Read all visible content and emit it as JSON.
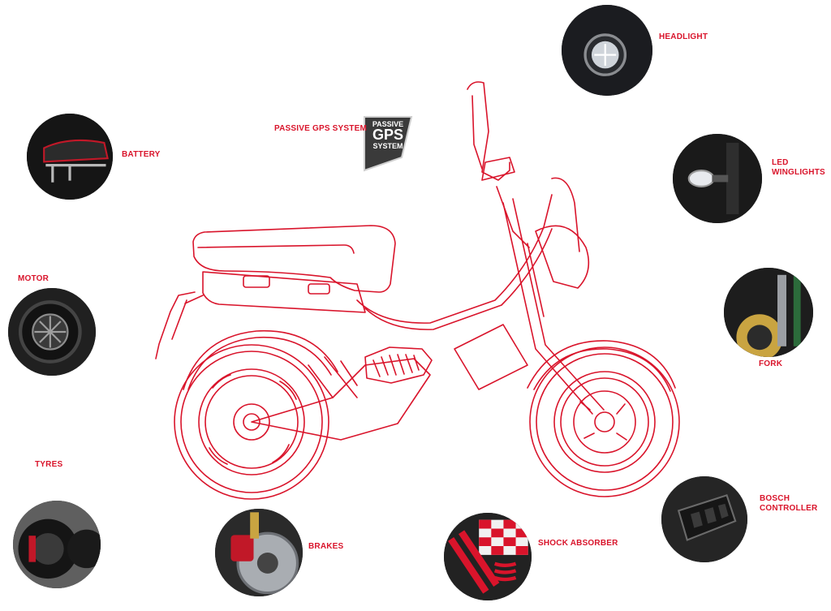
{
  "colors": {
    "accent": "#d9142b",
    "badge": "#3a3a3a",
    "photo_dark": "#1a1a1a"
  },
  "gps": {
    "label": "PASSIVE GPS SYSTEM",
    "badge_line1": "PASSIVE",
    "badge_line2": "GPS",
    "badge_line3": "SYSTEM"
  },
  "components": {
    "headlight": {
      "line1": "HEADLIGHT",
      "line2": ""
    },
    "battery": {
      "line1": "BATTERY",
      "line2": ""
    },
    "led_winglights": {
      "line1": "LED",
      "line2": "WINGLIGHTS"
    },
    "motor": {
      "line1": "MOTOR",
      "line2": ""
    },
    "fork": {
      "line1": "FORK",
      "line2": ""
    },
    "tyres": {
      "line1": "TYRES",
      "line2": ""
    },
    "bosch_controller": {
      "line1": "BOSCH",
      "line2": "CONTROLLER"
    },
    "brakes": {
      "line1": "BRAKES",
      "line2": ""
    },
    "shock_absorber": {
      "line1": "SHOCK ABSORBER",
      "line2": ""
    }
  }
}
